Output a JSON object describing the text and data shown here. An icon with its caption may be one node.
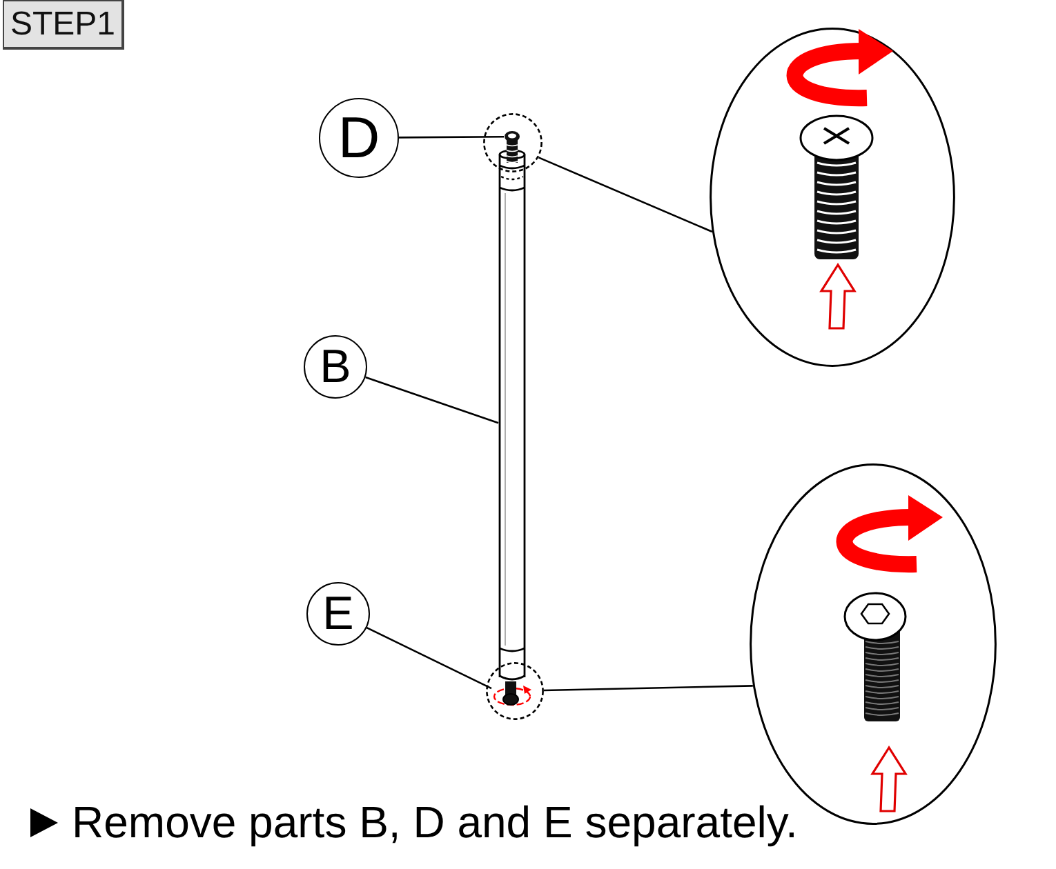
{
  "diagram": {
    "title": "STEP1",
    "nodes": [
      {
        "text": [
          "D"
        ]
      },
      {
        "text": [],
        "shape": "circle"
      },
      {
        "text": [],
        "shape": "picture",
        "in": 1
      },
      {
        "text": [],
        "shape": "ellipse"
      },
      {
        "text": [
          "B"
        ]
      },
      {
        "text": [],
        "shape": "picture"
      },
      {
        "text": [
          "E"
        ]
      },
      {
        "text": [],
        "shape": "circle"
      },
      {
        "text": [],
        "shape": "picture",
        "in": 7
      },
      {
        "text": [],
        "shape": "ellipse"
      }
    ],
    "edges": [
      {
        "from": 0,
        "to": 2,
        "arrow": "none"
      },
      {
        "from": 1,
        "to": 3,
        "arrow": "none"
      },
      {
        "from": 4,
        "to": 5,
        "arrow": "none"
      },
      {
        "from": 6,
        "to": 8,
        "arrow": "none"
      },
      {
        "from": 7,
        "to": 9,
        "arrow": "none"
      }
    ],
    "labels": [
      "Remove parts B, D and E separately."
    ]
  }
}
